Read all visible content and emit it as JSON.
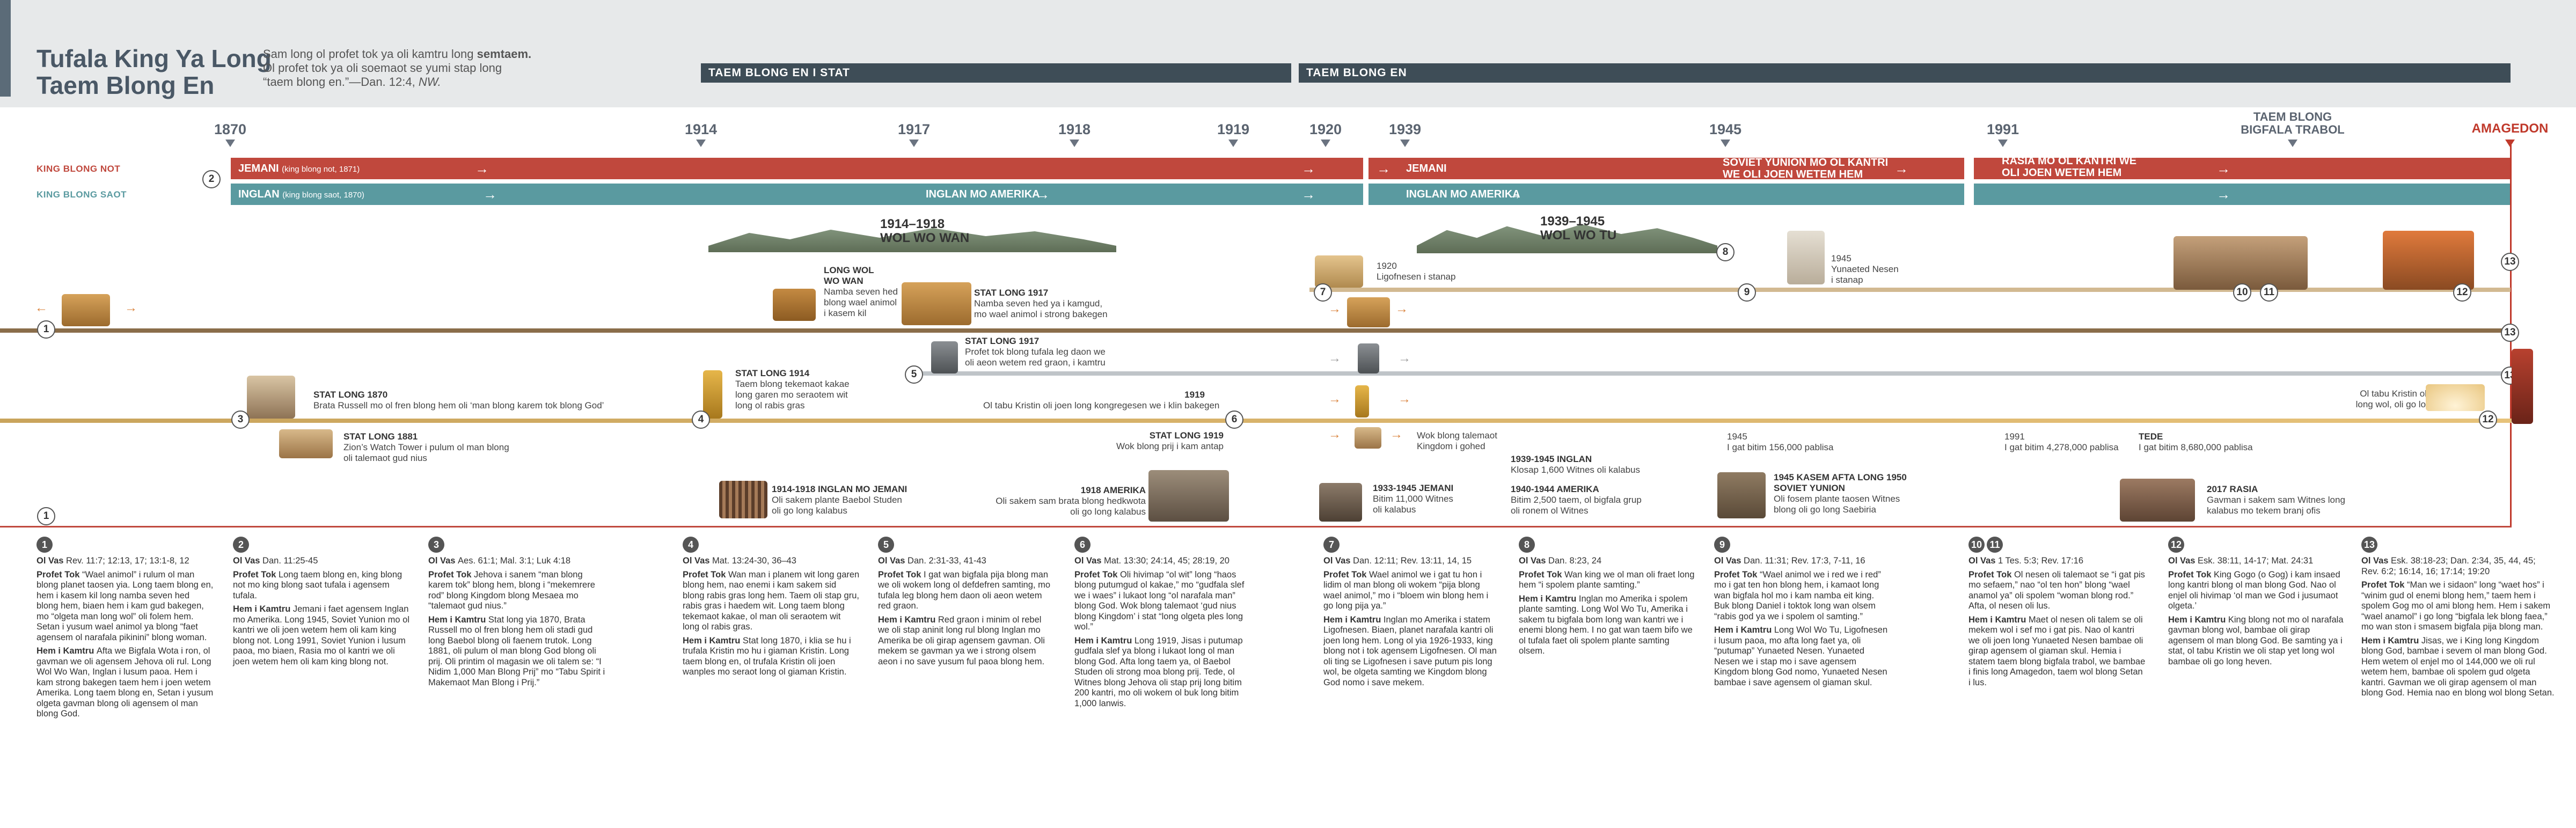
{
  "title": [
    "Tufala King Ya Long",
    "Taem Blong En"
  ],
  "intro": {
    "line1_pre": "Sam long ol profet tok ya oli kamtru long ",
    "line1_bold": "semtaem.",
    "line2": "Ol profet tok ya oli soemaot se yumi stap long",
    "line3_pre": "“taem blong en.”—Dan. 12:4, ",
    "line3_it": "NW."
  },
  "periods": {
    "stat": "TAEM BLONG EN I STAT",
    "en": "TAEM BLONG EN"
  },
  "years": [
    "1870",
    "1914",
    "1917",
    "1918",
    "1919",
    "1920",
    "1939",
    "1945",
    "1991"
  ],
  "end_labels": {
    "taem_blong": [
      "TAEM BLONG",
      "BIGFALA TRABOL"
    ],
    "amagedon": "AMAGEDON"
  },
  "kings": {
    "not_label": "KING BLONG NOT",
    "saot_label": "KING BLONG SAOT",
    "jemani_1871": "JEMANI",
    "jemani_1871_small": "(king blong not, 1871)",
    "inglan_1870": "INGLAN",
    "inglan_1870_small": "(king blong saot, 1870)",
    "inglan_amerika": "INGLAN MO AMERIKA",
    "jemani": "JEMANI",
    "inglan_amerika2": "INGLAN MO AMERIKA",
    "soviet": [
      "SOVIET YUNION MO OL KANTRI",
      "WE OLI JOEN WETEM HEM"
    ],
    "rasia": [
      "RASIA MO OL KANTRI WE",
      "OLI JOEN WETEM HEM"
    ]
  },
  "wars": {
    "ww1": [
      "1914–1918",
      "WOL WO WAN"
    ],
    "ww2": [
      "1939–1945",
      "WOL WO TU"
    ]
  },
  "events": {
    "longwol": [
      "LONG WOL",
      "WO WAN",
      "Namba seven hed",
      "blong wael animol",
      "i kasem kil"
    ],
    "stat1917a_h": "STAT LONG 1917",
    "stat1917a": [
      "Namba seven hed ya i kamgud,",
      "mo wael animol i strong bakegen"
    ],
    "stat1917b_h": "STAT LONG 1917",
    "stat1917b": [
      "Profet tok blong tufala leg daon we",
      "oli aeon wetem red graon, i kamtru"
    ],
    "lig_1920": "1920",
    "lig_1920_text": "Ligofnesen i stanap",
    "un_1945": "1945",
    "un_1945_text": [
      "Yunaeted Nesen",
      "i stanap"
    ],
    "stat1870_h": "STAT LONG 1870",
    "stat1870": "Brata Russell mo ol fren blong hem oli ‘man blong karem tok blong God’",
    "stat1914_h": "STAT LONG 1914",
    "stat1914": [
      "Taem blong tekemaot kakae",
      "long garen mo seraotem wit",
      "long ol rabis gras"
    ],
    "y1919": "1919",
    "y1919_text": "Ol tabu Kristin oli joen long kongregesen we i klin bakegen",
    "end_text": [
      "Ol tabu Kristin oli stap yet",
      "long wol, oli go long heven"
    ],
    "stat1881_h": "STAT LONG 1881",
    "stat1881": [
      "Zion’s Watch Tower i pulum ol man blong",
      "oli talemaot gud nius"
    ],
    "stat1919_h": "STAT LONG 1919",
    "stat1919": "Wok blong prij i kam antap",
    "wokblong": [
      "Wok blong talemaot",
      "Kingdom i gohed"
    ],
    "c1939": "1939-1945 INGLAN",
    "c1939_text": "Klosap 1,600 Witnes oli kalabus",
    "c1940": "1940-1944 AMERIKA",
    "c1940_text": [
      "Bitim 2,500 taem, ol bigfala grup",
      "oli ronem ol Witnes"
    ],
    "c1945": "1945",
    "c1945_text": "I gat bitim 156,000 pablisa",
    "c1991": "1991",
    "c1991_text": "I gat bitim 4,278,000 pablisa",
    "tede": "TEDE",
    "tede_text": "I gat bitim 8,680,000 pablisa",
    "inglan1914_h": "1914-1918 INGLAN MO JEMANI",
    "inglan1914": [
      "Oli sakem plante Baebol Studen",
      "oli go long kalabus"
    ],
    "amerika1918_h": "1918 AMERIKA",
    "amerika1918": [
      "Oli sakem sam brata blong hedkwota",
      "oli go long kalabus"
    ],
    "jemani1933_h": "1933-1945 JEMANI",
    "jemani1933": [
      "Bitim 11,000 Witnes",
      "oli kalabus"
    ],
    "soviet1945_h": "1945 KASEM AFTA LONG 1950",
    "soviet1945_h2": "SOVIET YUNION",
    "soviet1945": [
      "Oli fosem plante taosen Witnes",
      "blong oli go long Saebiria"
    ],
    "rasia2017_h": "2017 RASIA",
    "rasia2017": [
      "Gavman i sakem sam Witnes long",
      "kalabus mo tekem branj ofis"
    ]
  },
  "columns": [
    {
      "n": "1",
      "olvas": "Rev. 11:7; 12:13, 17; 13:1-8, 12",
      "profet": "“Wael animol” i rulum ol man blong planet taosen yia. Long taem blong en, hem i kasem kil long namba seven hed blong hem, biaen hem i kam gud bakegen, mo “olgeta man long wol” oli folem hem. Setan i yusum wael animol ya blong “faet agensem ol narafala pikinini” blong woman.",
      "kamtru": "Afta we Bigfala Wota i ron, ol gavman we oli agensem Jehova oli rul. Long Wol Wo Wan, Inglan i lusum paoa. Hem i kam strong bakegen taem hem i joen wetem Amerika. Long taem blong en, Setan i yusum olgeta gavman blong oli agensem ol man blong God."
    },
    {
      "n": "2",
      "olvas": "Dan. 11:25-45",
      "profet": "Long taem blong en, king blong not mo king blong saot tufala i agensem tufala.",
      "kamtru": "Jemani i faet agensem Inglan mo Amerika. Long 1945, Soviet Yunion mo ol kantri we oli joen wetem hem oli kam king blong not. Long 1991, Soviet Yunion i lusum paoa, mo biaen, Rasia mo ol kantri we oli joen wetem hem oli kam king blong not."
    },
    {
      "n": "3",
      "olvas": "Aes. 61:1; Mal. 3:1; Luk 4:18",
      "profet": "Jehova i sanem “man blong karem tok” blong hem, blong i “mekemrere rod” blong Kingdom blong Mesaea mo “talemaot gud nius.”",
      "kamtru": "Stat long yia 1870, Brata Russell mo ol fren blong hem oli stadi gud long Baebol blong oli faenem trutok. Long 1881, oli pulum ol man blong God blong oli prij. Oli printim ol magasin we oli talem se: “I Nidim 1,000 Man Blong Prij” mo “Tabu Spirit i Makemaot Man Blong i Prij.”"
    },
    {
      "n": "4",
      "olvas": "Mat. 13:24-30, 36–43",
      "profet": "Wan man i planem wit long garen blong hem, nao enemi i kam sakem sid blong rabis gras long hem. Taem oli stap gru, rabis gras i haedem wit. Long taem blong tekemaot kakae, ol man oli seraotem wit long ol rabis gras.",
      "kamtru": "Stat long 1870, i klia se hu i trufala Kristin mo hu i giaman Kristin. Long taem blong en, ol trufala Kristin oli joen wanples mo seraot long ol giaman Kristin."
    },
    {
      "n": "5",
      "olvas": "Dan. 2:31-33, 41-43",
      "profet": "I gat wan bigfala pija blong man we oli wokem long ol defdefren samting, mo tufala leg blong hem daon oli aeon wetem red graon.",
      "kamtru": "Red graon i minim ol rebel we oli stap aninit long rul blong Inglan mo Amerika be oli girap agensem gavman. Oli mekem se gavman ya we i strong olsem aeon i no save yusum ful paoa blong hem."
    },
    {
      "n": "6",
      "olvas": "Mat. 13:30; 24:14, 45; 28:19, 20",
      "profet": "Oli hivimap “ol wit” long “haos blong putumgud ol kakae,” mo “gudfala slef we i waes” i lukaot long “ol narafala man” blong God. Wok blong talemaot ‘gud nius blong Kingdom’ i stat “long olgeta ples long wol.”",
      "kamtru": "Long 1919, Jisas i putumap gudfala slef ya blong i lukaot long ol man blong God. Afta long taem ya, ol Baebol Studen oli strong moa blong prij. Tede, ol Witnes blong Jehova oli stap prij long bitim 200 kantri, mo oli wokem ol buk long bitim 1,000 lanwis."
    },
    {
      "n": "7",
      "olvas": "Dan. 12:11; Rev. 13:11, 14, 15",
      "profet": "Wael animol we i gat tu hon i lidim ol man blong oli wokem “pija blong wael animol,” mo i “bloem win blong hem i go long pija ya.”",
      "kamtru": "Inglan mo Amerika i statem Ligofnesen. Biaen, planet narafala kantri oli joen long hem. Long ol yia 1926-1933, king blong not i tok agensem Ligofnesen. Ol man oli ting se Ligofnesen i save putum pis long wol, be olgeta samting we Kingdom blong God nomo i save mekem."
    },
    {
      "n": "8",
      "olvas": "Dan. 8:23, 24",
      "profet": "Wan king we ol man oli fraet long hem “i spolem plante samting.”",
      "kamtru": "Inglan mo Amerika i spolem plante samting. Long Wol Wo Tu, Amerika i sakem tu bigfala bom long wan kantri we i enemi blong hem. I no gat wan taem bifo we ol tufala faet oli spolem plante samting olsem."
    },
    {
      "n": "9",
      "olvas": "Dan. 11:31; Rev. 17:3, 7-11, 16",
      "profet": "“Wael animol we i red we i red” mo i gat ten hon blong hem, i kamaot long wan bigfala hol mo i kam namba eit king. Buk blong Daniel i toktok long wan olsem “rabis god ya we i spolem ol samting.”",
      "kamtru": "Long Wol Wo Tu, Ligofnesen i lusum paoa, mo afta long faet ya, oli “putumap” Yunaeted Nesen. Yunaeted Nesen we i stap mo i save agensem Kingdom blong God nomo, Yunaeted Nesen bambae i save agensem ol giaman skul."
    },
    {
      "n": "10 11",
      "olvas": "1 Tes. 5:3; Rev. 17:16",
      "profet": "Ol nesen oli talemaot se “i gat pis mo sefaem,” nao “ol ten hon” blong “wael anamol ya” oli spolem “woman blong rod.” Afta, ol nesen oli lus.",
      "kamtru": "Maet ol nesen oli talem se oli mekem wol i sef mo i gat pis. Nao ol kantri we oli joen long Yunaeted Nesen bambae oli girap agensem ol giaman skul. Hemia i statem taem blong bigfala trabol, we bambae i finis long Amagedon, taem wol blong Setan i lus."
    },
    {
      "n": "12",
      "olvas": "Esk. 38:11, 14-17; Mat. 24:31",
      "profet": "King Gogo (o Gog) i kam insaed long kantri blong ol man blong God. Nao ol enjel oli hivimap ‘ol man we God i jusumaot olgeta.’",
      "kamtru": "King blong not mo ol narafala gavman blong wol, bambae oli girap agensem ol man blong God. Be samting ya i stat, ol tabu Kristin we oli stap yet long wol bambae oli go long heven."
    },
    {
      "n": "13",
      "olvas": "Esk. 38:18-23; Dan. 2:34, 35, 44, 45; Rev. 6:2; 16:14, 16; 17:14; 19:20",
      "profet": "“Man we i sidaon” long “waet hos” i “winim gud ol enemi blong hem,” taem hem i spolem Gog mo ol ami blong hem. Hem i sakem “wael anamol” i go long “bigfala lek blong faea,” mo wan ston i smasem bigfala pija blong man.",
      "kamtru": "Jisas, we i King long Kingdom blong God, bambae i sevem ol man blong God. Hem wetem ol enjel mo ol 144,000 we oli rul wetem hem, bambae oli spolem gud olgeta kantri. Gavman we oli girap agensem ol man blong God. Hemia nao en blong wol blong Setan."
    }
  ],
  "col_labels": {
    "olvas": "Ol Vas",
    "profet": "Profet Tok",
    "kamtru": "Hem i Kamtru"
  },
  "colors": {
    "red": "#c0483d",
    "teal": "#5a9aa0",
    "header": "#3e4d57",
    "amagedon": "#c0392b"
  }
}
